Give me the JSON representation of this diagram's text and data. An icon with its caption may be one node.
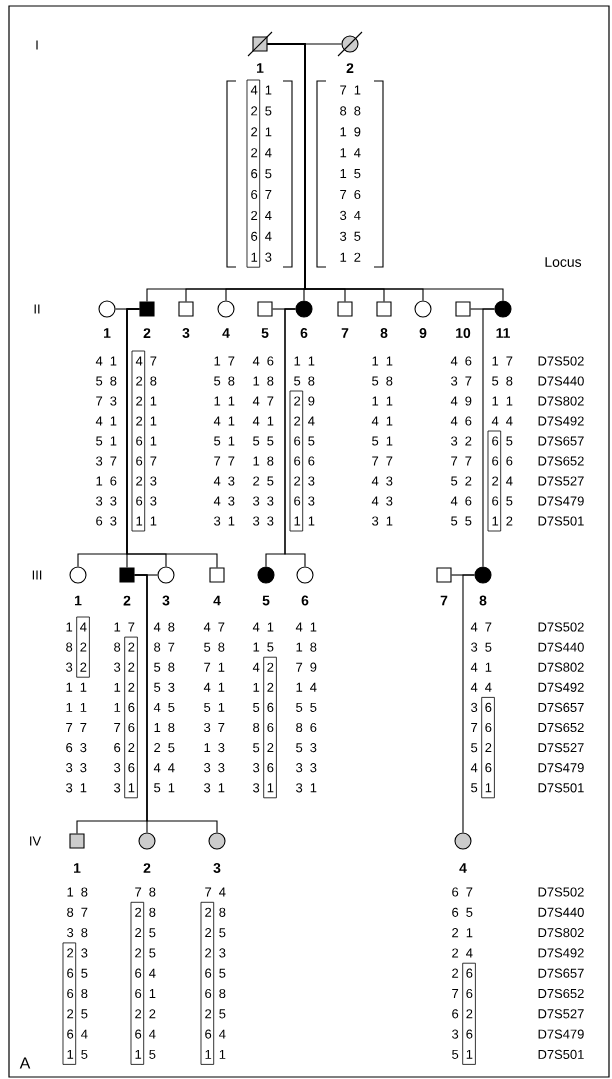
{
  "diagram": {
    "nodes": [
      {
        "text": [
          "1"
        ],
        "beside": [
          "4 1",
          "2 5",
          "2 1",
          "2 4",
          "6 5",
          "6 7",
          "2 4",
          "6 4",
          "1 3"
        ]
      },
      {
        "text": [
          "2"
        ],
        "beside": [
          "7 1",
          "8 8",
          "1 9",
          "1 4",
          "1 5",
          "7 6",
          "3 4",
          "3 5",
          "1 2"
        ]
      },
      {
        "text": [
          "1"
        ],
        "beside": [
          "4 1",
          "5 8",
          "7 3",
          "4 1",
          "5 1",
          "3 7",
          "1 6",
          "3 3",
          "6 3"
        ]
      },
      {
        "text": [
          "2"
        ],
        "beside": [
          "4 7",
          "2 8",
          "2 1",
          "2 1",
          "6 1",
          "6 7",
          "2 3",
          "6 3",
          "1 1"
        ]
      },
      {
        "text": [
          "3"
        ]
      },
      {
        "text": [
          "4"
        ],
        "beside": [
          "1 7",
          "5 8",
          "1 1",
          "4 1",
          "5 1",
          "7 7",
          "4 3",
          "4 3",
          "3 1"
        ]
      },
      {
        "text": [
          "5"
        ],
        "beside": [
          "4 6",
          "1 8",
          "4 7",
          "4 1",
          "5 5",
          "1 8",
          "2 5",
          "3 3",
          "3 3"
        ]
      },
      {
        "text": [
          "6"
        ],
        "beside": [
          "1 1",
          "5 8",
          "2 9",
          "2 4",
          "6 5",
          "6 6",
          "2 3",
          "6 3",
          "1 1"
        ]
      },
      {
        "text": [
          "7"
        ]
      },
      {
        "text": [
          "8"
        ],
        "beside": [
          "1 1",
          "5 8",
          "1 1",
          "4 1",
          "5 1",
          "7 7",
          "4 3",
          "4 3",
          "3 1"
        ]
      },
      {
        "text": [
          "9"
        ]
      },
      {
        "text": [
          "10"
        ],
        "beside": [
          "4 6",
          "3 7",
          "4 9",
          "4 6",
          "3 2",
          "7 7",
          "5 2",
          "4 6",
          "5 5"
        ]
      },
      {
        "text": [
          "11"
        ],
        "beside": [
          "1 7",
          "5 8",
          "1 1",
          "4 4",
          "6 5",
          "6 6",
          "2 4",
          "6 5",
          "1 2"
        ]
      },
      {
        "text": [
          "1"
        ],
        "beside": [
          "1 4",
          "8 2",
          "3 2",
          "1 1",
          "1 1",
          "7 7",
          "6 3",
          "3 3",
          "3 1"
        ]
      },
      {
        "text": [
          "2"
        ],
        "beside": [
          "1 7",
          "8 2",
          "3 2",
          "1 2",
          "1 6",
          "7 6",
          "6 2",
          "3 6",
          "3 1"
        ]
      },
      {
        "text": [
          "3"
        ],
        "beside": [
          "4 8",
          "8 7",
          "5 8",
          "5 3",
          "4 5",
          "1 8",
          "2 5",
          "4 4",
          "5 1"
        ]
      },
      {
        "text": [
          "4"
        ],
        "beside": [
          "4 7",
          "5 8",
          "7 1",
          "4 1",
          "5 1",
          "3 7",
          "1 3",
          "3 3",
          "3 1"
        ]
      },
      {
        "text": [
          "5"
        ],
        "beside": [
          "4 1",
          "1 5",
          "4 2",
          "1 2",
          "5 6",
          "8 6",
          "5 2",
          "3 6",
          "3 1"
        ]
      },
      {
        "text": [
          "6"
        ],
        "beside": [
          "4 1",
          "1 8",
          "7 9",
          "1 4",
          "5 5",
          "8 6",
          "5 3",
          "3 3",
          "3 1"
        ]
      },
      {
        "text": [
          "7"
        ]
      },
      {
        "text": [
          "8"
        ],
        "beside": [
          "4 7",
          "3 5",
          "4 1",
          "4 4",
          "3 6",
          "7 6",
          "5 2",
          "4 6",
          "5 1"
        ]
      },
      {
        "text": [
          "1"
        ],
        "beside": [
          "1 8",
          "8 7",
          "3 8",
          "2 3",
          "6 5",
          "6 8",
          "2 5",
          "6 4",
          "1 5"
        ]
      },
      {
        "text": [
          "2"
        ],
        "beside": [
          "7 8",
          "2 8",
          "2 5",
          "2 5",
          "6 4",
          "6 1",
          "2 2",
          "6 4",
          "1 5"
        ]
      },
      {
        "text": [
          "3"
        ],
        "beside": [
          "7 4",
          "2 8",
          "2 5",
          "2 3",
          "6 5",
          "6 8",
          "2 5",
          "6 4",
          "1 1"
        ]
      },
      {
        "text": [
          "4"
        ],
        "beside": [
          "6 7",
          "6 5",
          "2 1",
          "2 4",
          "2 6",
          "7 6",
          "6 2",
          "3 6",
          "5 1"
        ]
      }
    ],
    "edges": [
      {
        "from": 0,
        "to": 1,
        "arrow": "none"
      },
      {
        "from": 0,
        "to": 3,
        "arrow": "none"
      },
      {
        "from": 0,
        "to": 4,
        "arrow": "none"
      },
      {
        "from": 0,
        "to": 5,
        "arrow": "none"
      },
      {
        "from": 0,
        "to": 7,
        "arrow": "none"
      },
      {
        "from": 0,
        "to": 8,
        "arrow": "none"
      },
      {
        "from": 0,
        "to": 9,
        "arrow": "none"
      },
      {
        "from": 0,
        "to": 10,
        "arrow": "none"
      },
      {
        "from": 0,
        "to": 12,
        "arrow": "none"
      },
      {
        "from": 2,
        "to": 3,
        "arrow": "none"
      },
      {
        "from": 3,
        "to": 13,
        "arrow": "none"
      },
      {
        "from": 3,
        "to": 14,
        "arrow": "none"
      },
      {
        "from": 3,
        "to": 15,
        "arrow": "none"
      },
      {
        "from": 3,
        "to": 16,
        "arrow": "none"
      },
      {
        "from": 6,
        "to": 7,
        "arrow": "none"
      },
      {
        "from": 7,
        "to": 17,
        "arrow": "none"
      },
      {
        "from": 7,
        "to": 18,
        "arrow": "none"
      },
      {
        "from": 11,
        "to": 12,
        "arrow": "none"
      },
      {
        "from": 12,
        "to": 20,
        "arrow": "none"
      },
      {
        "from": 14,
        "to": 15,
        "arrow": "none"
      },
      {
        "from": 14,
        "to": 21,
        "arrow": "none"
      },
      {
        "from": 14,
        "to": 22,
        "arrow": "none"
      },
      {
        "from": 14,
        "to": 23,
        "arrow": "none"
      },
      {
        "from": 19,
        "to": 20,
        "arrow": "none"
      },
      {
        "from": 20,
        "to": 24,
        "arrow": "none"
      }
    ],
    "labels": [
      "I",
      "Locus",
      "II",
      "D7S502",
      "D7S440",
      "D7S802",
      "D7S492",
      "D7S657",
      "D7S652",
      "D7S527",
      "D7S479",
      "D7S501",
      "III",
      "D7S502",
      "D7S440",
      "D7S802",
      "D7S492",
      "D7S657",
      "D7S652",
      "D7S527",
      "D7S479",
      "D7S501",
      "IV",
      "D7S502",
      "D7S440",
      "D7S802",
      "D7S492",
      "D7S657",
      "D7S652",
      "D7S527",
      "D7S479",
      "D7S501",
      "A"
    ]
  }
}
